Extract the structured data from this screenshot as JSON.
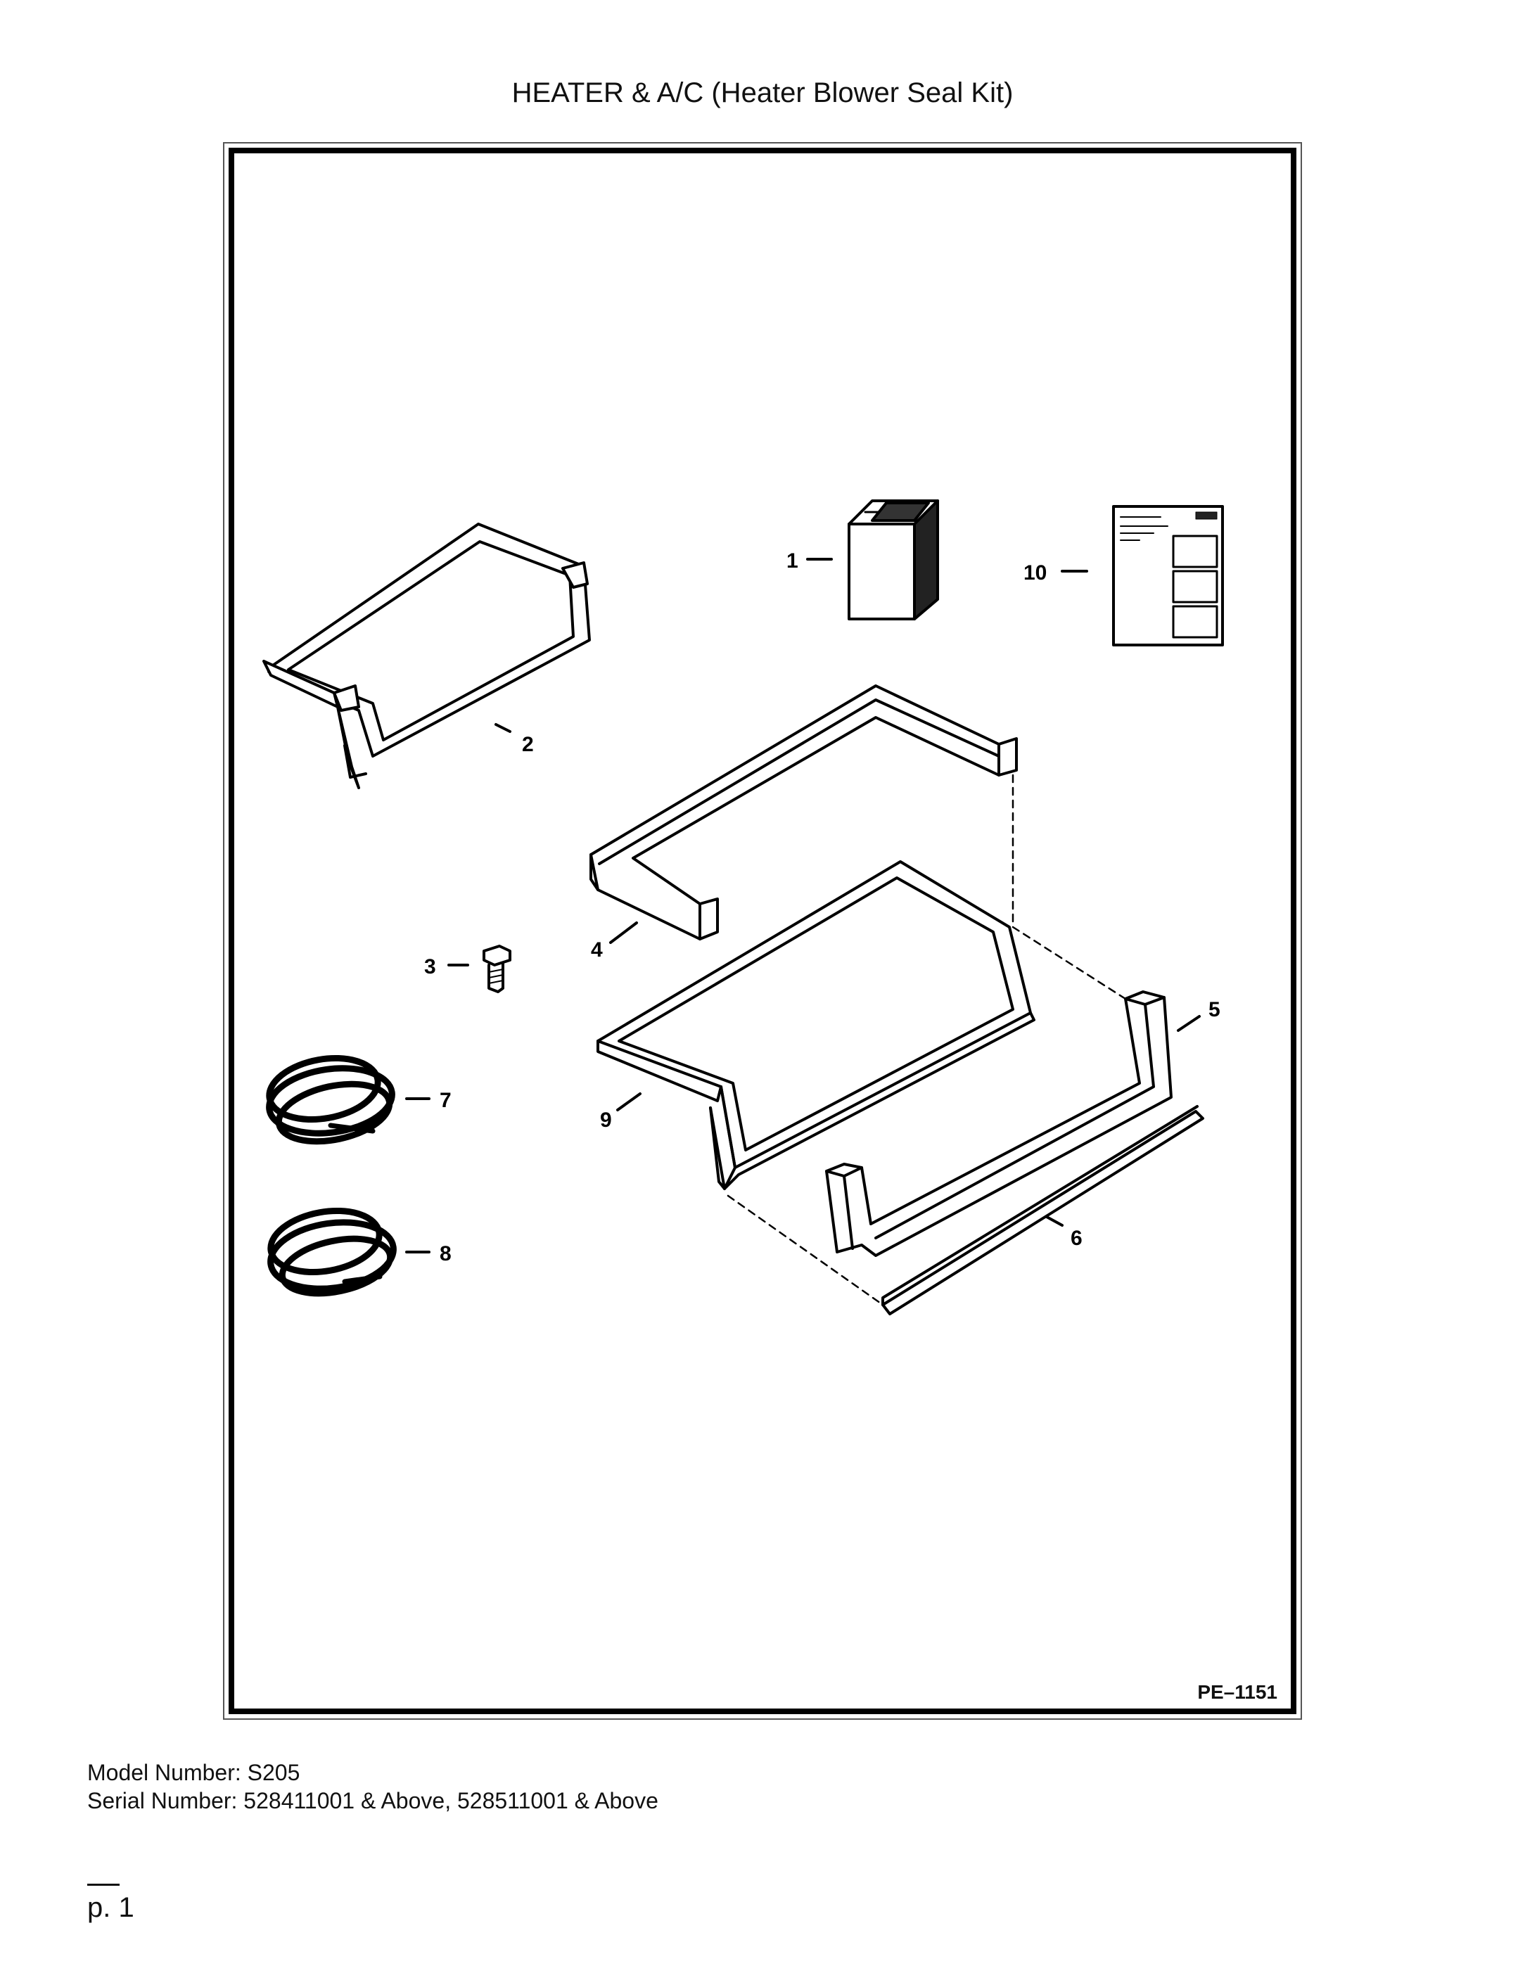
{
  "page": {
    "title": "HEATER & A/C (Heater Blower Seal Kit)",
    "drawing_number": "PE–1151",
    "model_line": "Model Number: S205",
    "serial_line": "Serial Number: 528411001 & Above, 528511001 & Above",
    "page_number": "p. 1"
  },
  "callouts": [
    {
      "id": "1",
      "label": "1"
    },
    {
      "id": "2",
      "label": "2"
    },
    {
      "id": "3",
      "label": "3"
    },
    {
      "id": "4",
      "label": "4"
    },
    {
      "id": "5",
      "label": "5"
    },
    {
      "id": "6",
      "label": "6"
    },
    {
      "id": "7",
      "label": "7"
    },
    {
      "id": "8",
      "label": "8"
    },
    {
      "id": "9",
      "label": "9"
    },
    {
      "id": "10",
      "label": "10"
    }
  ]
}
